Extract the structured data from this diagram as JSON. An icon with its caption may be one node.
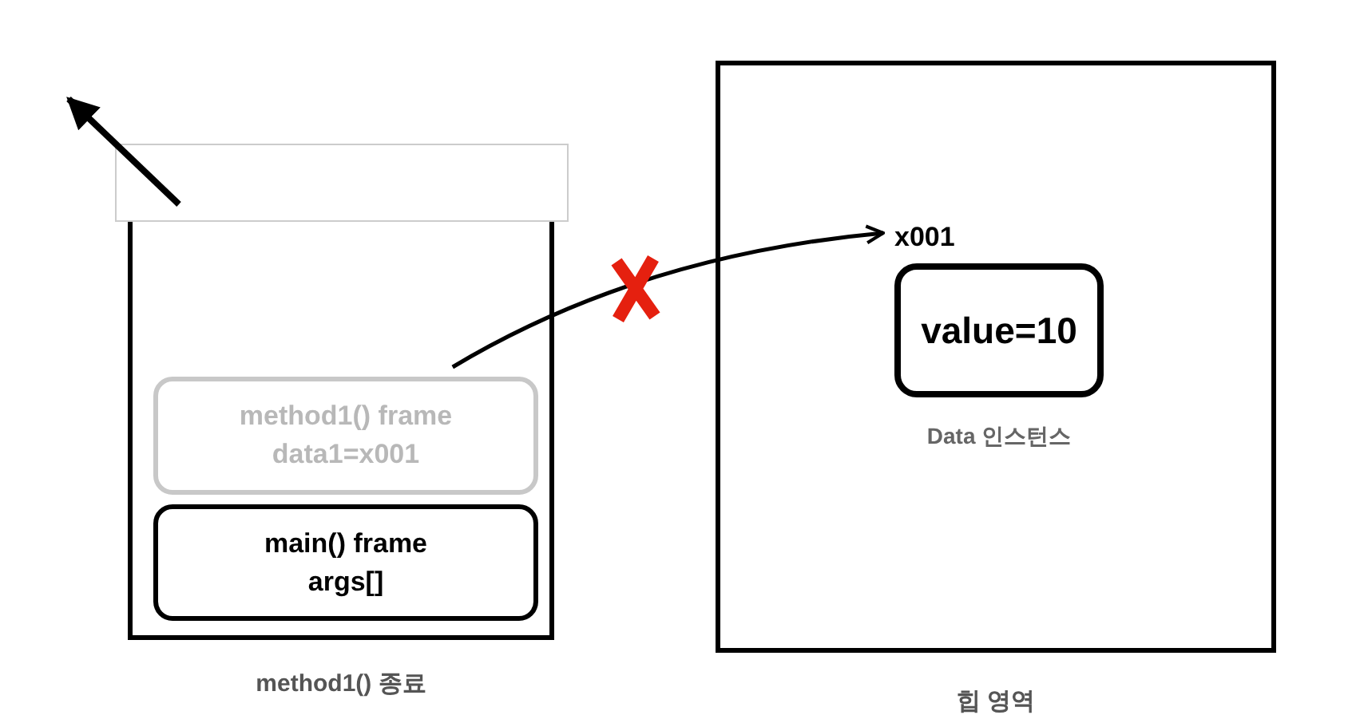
{
  "diagram": {
    "nodes": [
      {
        "text": [
          "method1() 종료"
        ]
      },
      {
        "text": [
          "method1() frame data1=x001"
        ],
        "in": 0
      },
      {
        "text": [
          "main() frame args[]"
        ],
        "in": 0
      },
      {
        "text": [
          "힙 영역"
        ]
      },
      {
        "text": [
          "value=10"
        ],
        "in": 3,
        "beside": [
          "Data 인스턴스"
        ]
      },
      {
        "text": [
          "x001"
        ],
        "in": 3
      },
      {
        "text": [],
        "shape": "box"
      }
    ],
    "edges": [
      {
        "from": 1,
        "to": 5,
        "arrow": "to"
      },
      {
        "from": 6,
        "to": null,
        "arrow": "to"
      }
    ]
  }
}
